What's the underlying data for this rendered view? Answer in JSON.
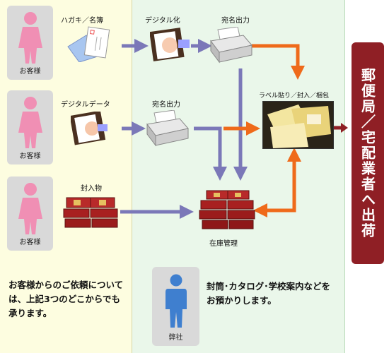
{
  "customers": [
    {
      "label": "お客様"
    },
    {
      "label": "お客様"
    },
    {
      "label": "お客様"
    }
  ],
  "sources": {
    "postcard_list": "ハガキ／名簿",
    "digital_data": "デジタルデータ",
    "enclosures": "封入物"
  },
  "steps": {
    "digitize": "デジタル化",
    "address_print_1": "宛名出力",
    "address_print_2": "宛名出力",
    "labeling": "ラベル貼り／封入／梱包",
    "inventory": "在庫管理"
  },
  "company": {
    "label": "弊社"
  },
  "destination": {
    "label": "郵便局／宅配業者へ出荷"
  },
  "notes": {
    "customer_note": "お客様からのご依頼については、上記3つのどこからでも承ります。",
    "company_note": "封筒･カタログ･学校案内などをお預かりします。"
  },
  "colors": {
    "customer_zone": "#fdfde0",
    "company_zone": "#eaf7ea",
    "purple_arrow": "#7b78b8",
    "orange_arrow": "#ef6a1a",
    "destination": "#8f1f25",
    "customer_figure": "#f08fb4",
    "company_figure": "#3f7fcf"
  }
}
